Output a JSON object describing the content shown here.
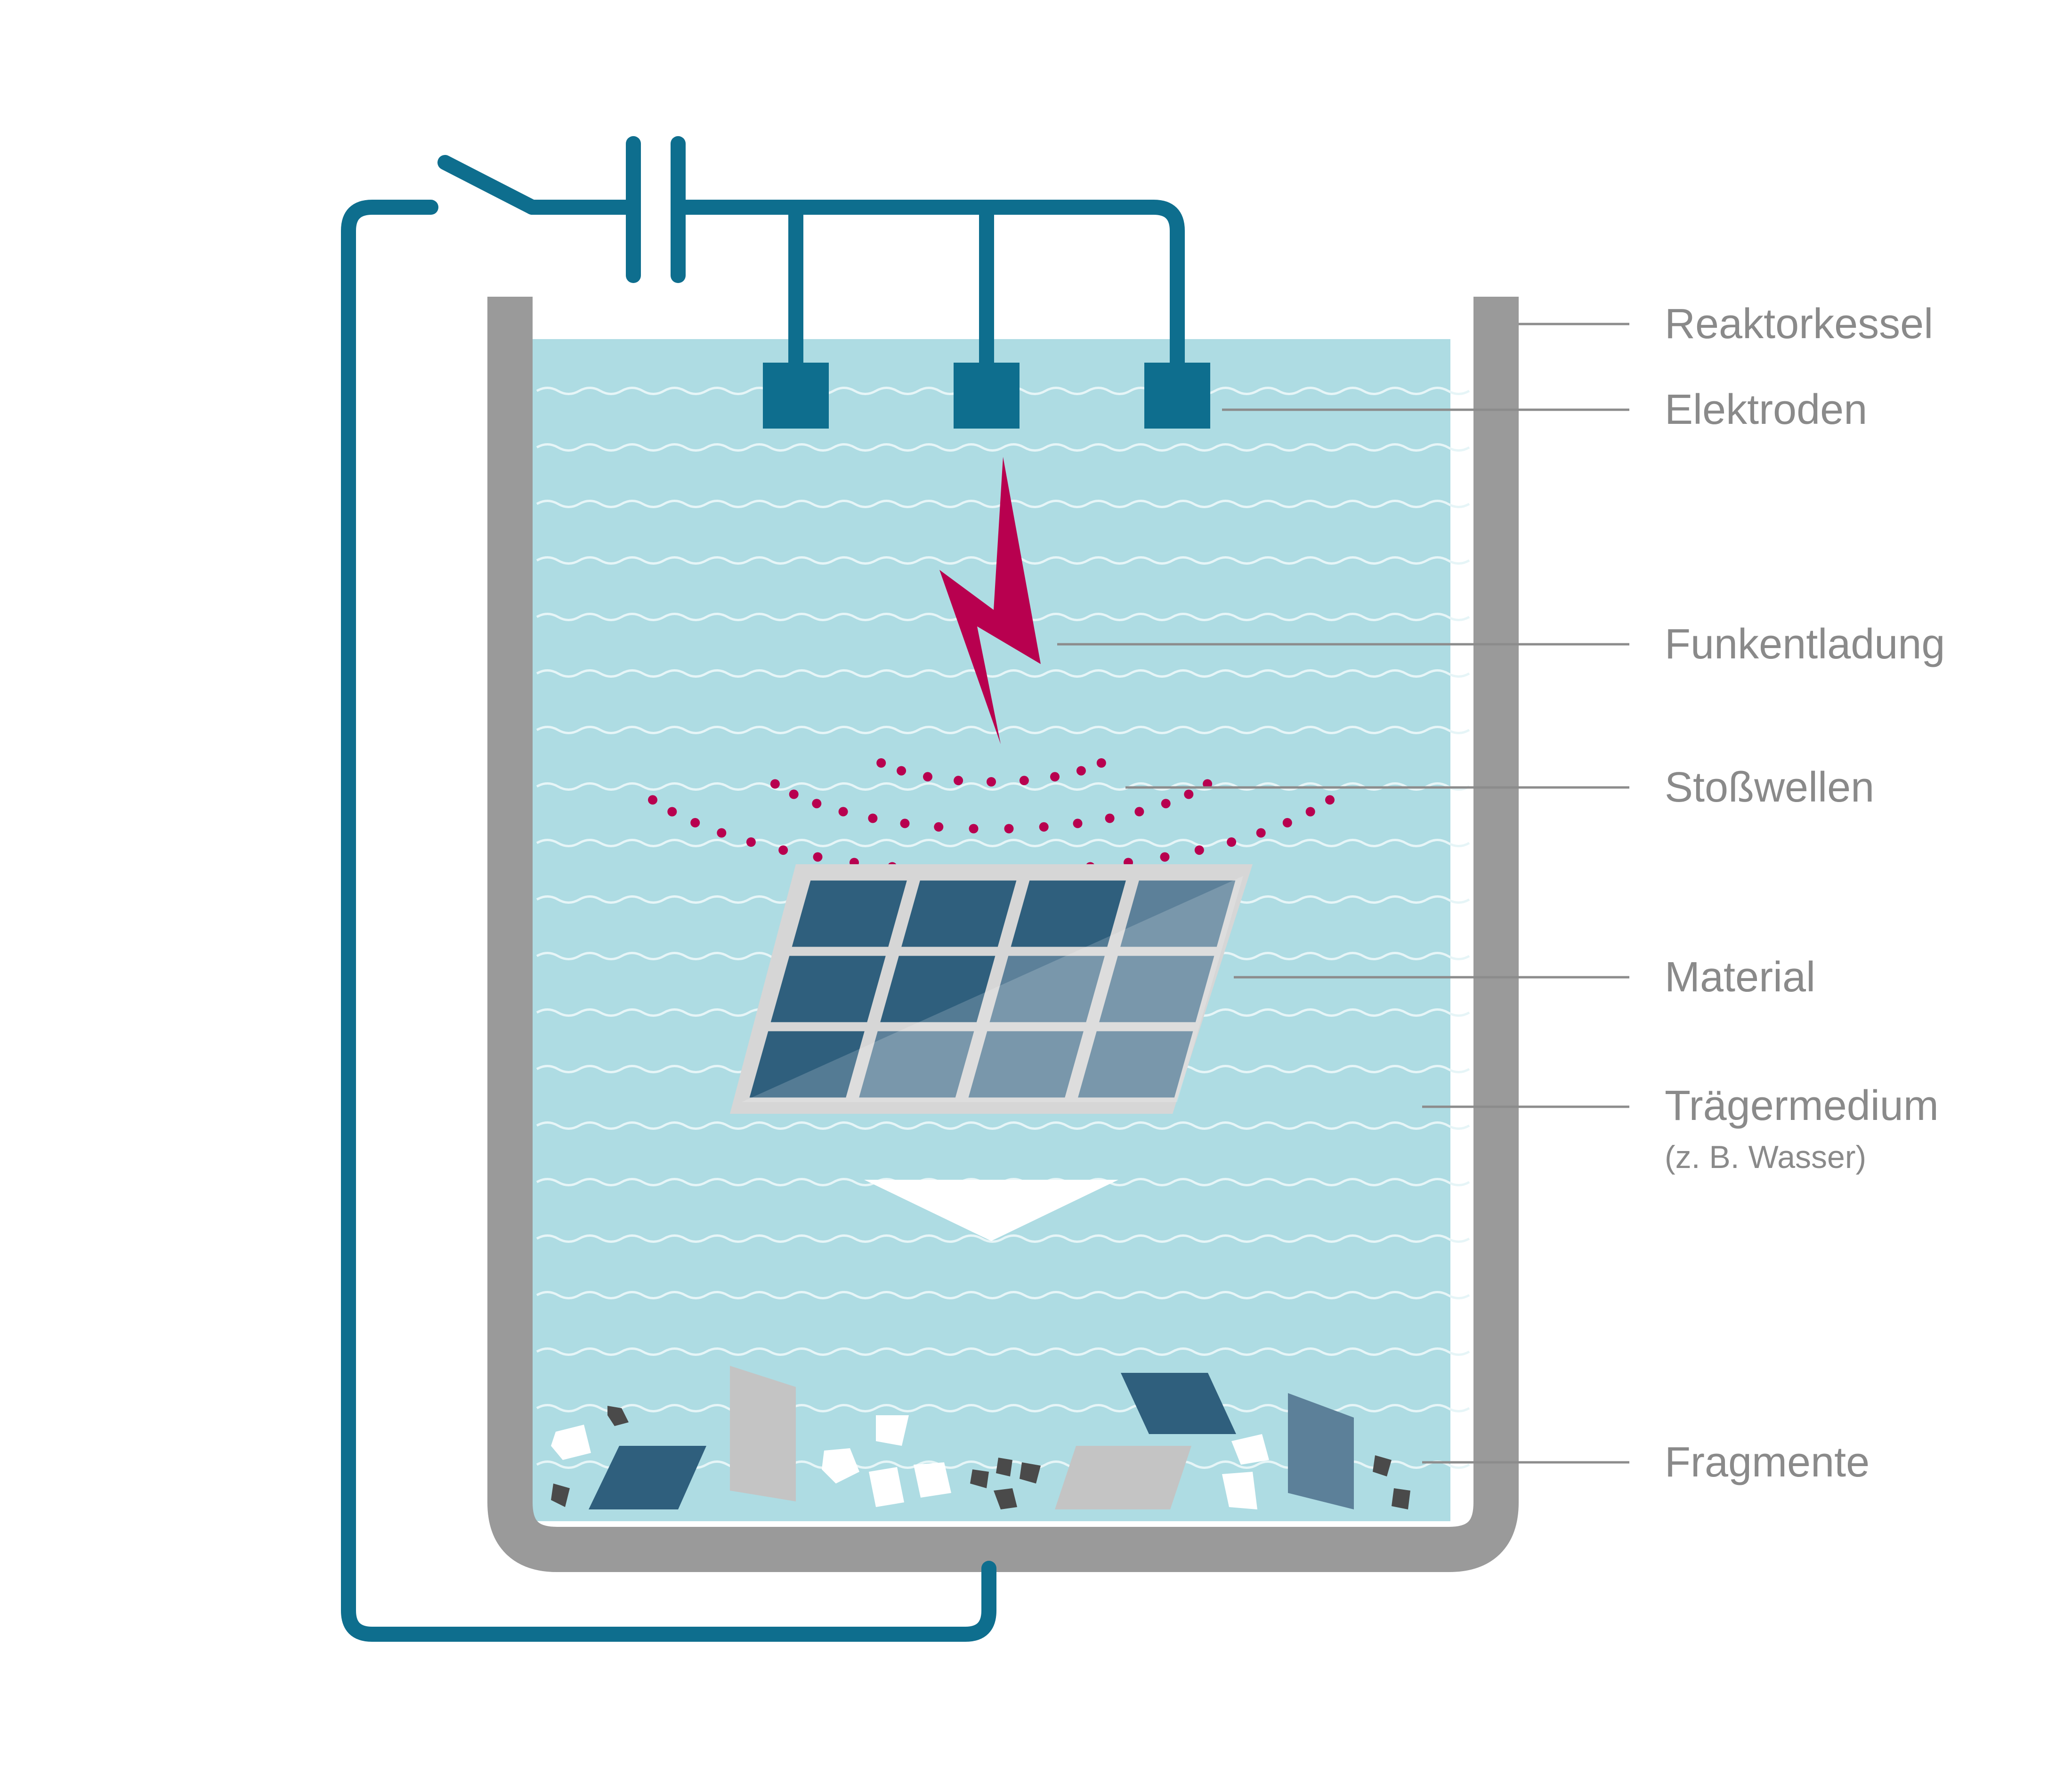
{
  "labels": {
    "reactor_vessel": "Reaktorkessel",
    "electrodes": "Elektroden",
    "spark_discharge": "Funkentladung",
    "shock_waves": "Stoßwellen",
    "material": "Material",
    "carrier_medium": "Trägermedium",
    "carrier_medium_note": "(z. B. Wasser)",
    "fragments": "Fragmente"
  },
  "colors": {
    "circuit": "#0E6E8E",
    "vessel_wall": "#9A9A9A",
    "liquid": "#AEDCE3",
    "wave_lines": "#E6F5F7",
    "spark": "#B8004F",
    "shock_dots": "#B8004F",
    "panel_frame": "#D6D6D6",
    "panel_cell_dark": "#2F5F7D",
    "panel_cell_light": "#5C8099",
    "fragment_gray": "#C4C4C4",
    "fragment_white": "#FFFFFF",
    "fragment_black": "#4A4A4A",
    "leader_lines": "#8C8C8C",
    "label_text": "#8A8A8A"
  }
}
